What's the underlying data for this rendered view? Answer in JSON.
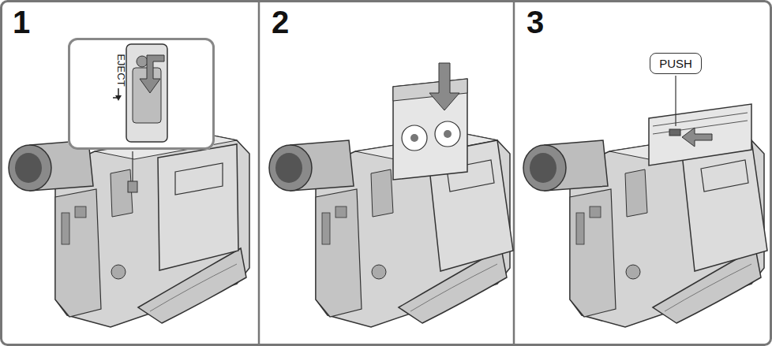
{
  "diagram": {
    "nodes": [
      {
        "text": [
          "1"
        ]
      },
      {
        "text": [
          "EJECT"
        ],
        "in": 0
      },
      {
        "text": [
          "2"
        ]
      },
      {
        "text": [
          "3"
        ]
      },
      {
        "text": [
          "PUSH"
        ],
        "in": 3
      }
    ]
  }
}
